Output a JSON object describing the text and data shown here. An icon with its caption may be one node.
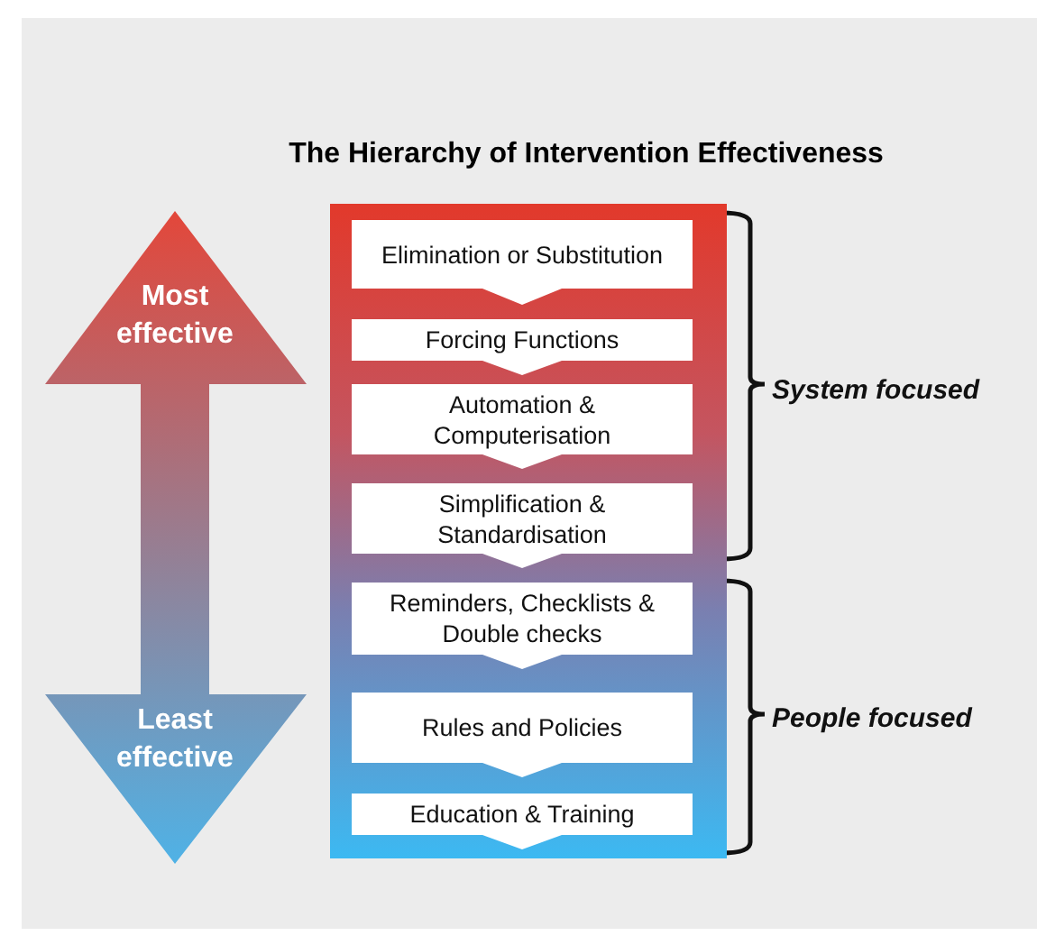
{
  "diagram": {
    "title": "The Hierarchy of Intervention Effectiveness",
    "nodes": [
      {
        "text": [],
        "shape": "box"
      },
      {
        "text": [
          "Elimination or Substitution"
        ],
        "in": 0
      },
      {
        "text": [
          "Forcing Functions"
        ],
        "in": 0
      },
      {
        "text": [
          "Automation & Computerisation"
        ],
        "in": 0
      },
      {
        "text": [
          "Simplification & Standardisation"
        ],
        "in": 0
      },
      {
        "text": [
          "Reminders, Checklists & Double checks"
        ],
        "in": 0
      },
      {
        "text": [
          "Rules and Policies"
        ],
        "in": 0
      },
      {
        "text": [
          "Education & Training"
        ],
        "in": 0
      }
    ],
    "edges": [],
    "labels": [
      "Most effective",
      "Least effective",
      "System focused",
      "People focused"
    ]
  }
}
